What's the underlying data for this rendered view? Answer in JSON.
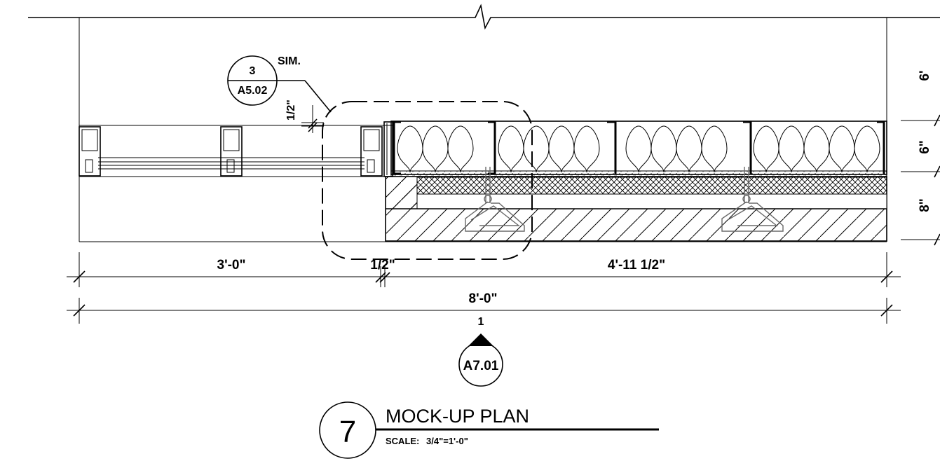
{
  "labels": {
    "sim": "SIM.",
    "dim_half_inch_vertical": "1/2\"",
    "dim_3_0": "3'-0\"",
    "dim_half_inch": "1/2\"",
    "dim_4_11_half": "4'-11 1/2\"",
    "dim_8_0": "8'-0\"",
    "dim_6_foot": "6'",
    "dim_6_inch": "6\"",
    "dim_8_inch": "8\""
  },
  "detail_callout": {
    "number": "3",
    "sheet": "A5.02"
  },
  "section_marker": {
    "number": "1",
    "sheet": "A7.01"
  },
  "title_block": {
    "number": "7",
    "title": "MOCK-UP PLAN",
    "scale_label": "SCALE:",
    "scale_value": "3/4\"=1'-0\""
  }
}
